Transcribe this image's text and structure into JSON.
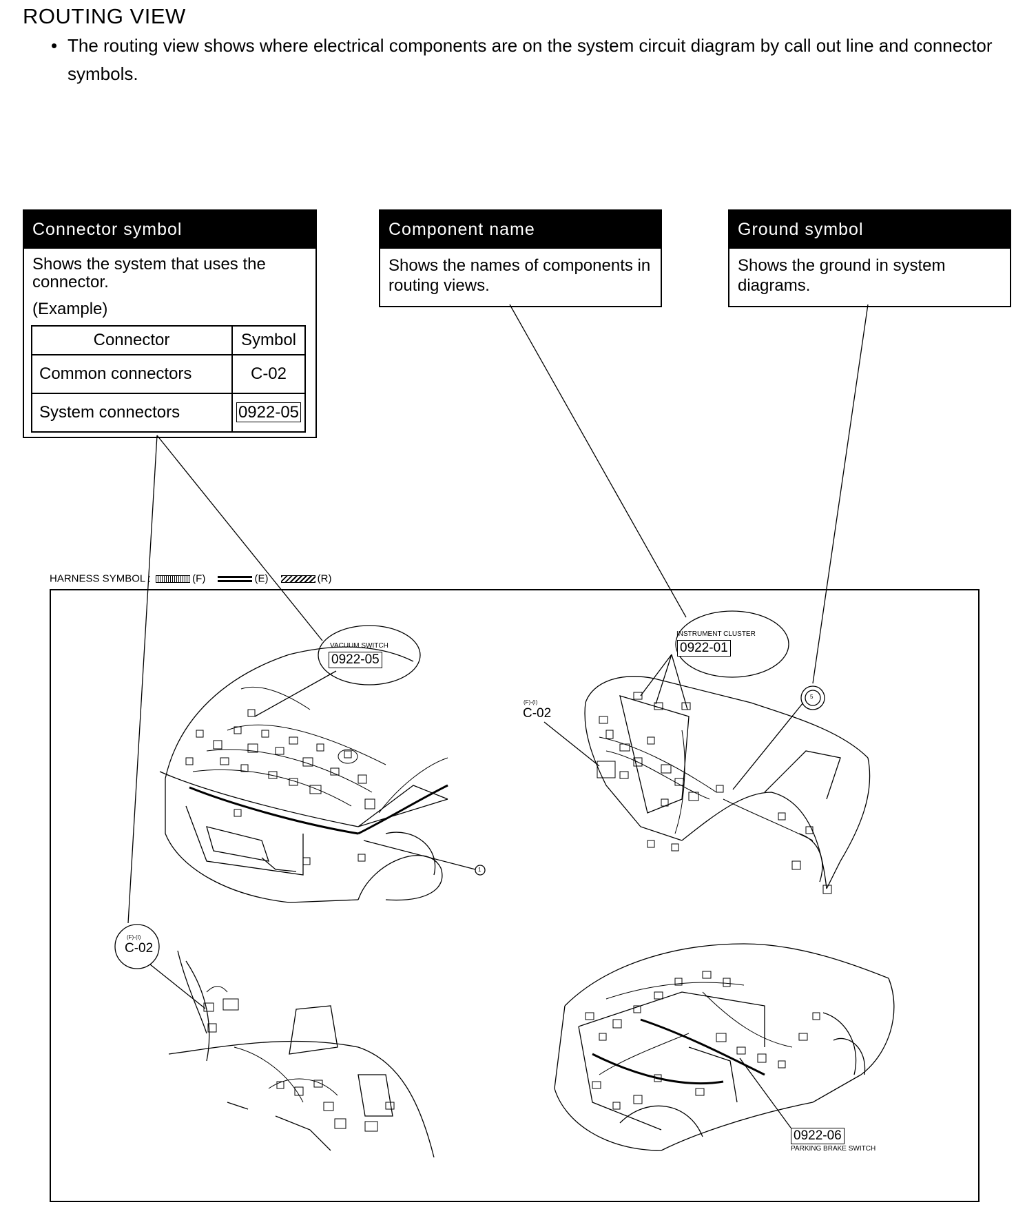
{
  "page": {
    "title": "ROUTING VIEW",
    "bullet": "•",
    "intro": "The routing view shows where electrical components are on the system circuit diagram by call out line and connector symbols."
  },
  "connector_box": {
    "header": "Connector symbol",
    "description": "Shows the system that uses the connector.",
    "example_label": "(Example)",
    "table": {
      "headers": [
        "Connector",
        "Symbol"
      ],
      "rows": [
        [
          "Common connectors",
          "C-02"
        ],
        [
          "System connectors",
          "0922-05"
        ]
      ]
    }
  },
  "component_box": {
    "header": "Component name",
    "description": "Shows the names of components in routing views."
  },
  "ground_box": {
    "header": "Ground symbol",
    "description": "Shows the ground in system diagrams."
  },
  "harness": {
    "label": "HARNESS SYMBOL :",
    "items": [
      "(F)",
      "(E)",
      "(R)"
    ]
  },
  "callouts": {
    "vacuum_switch": {
      "name": "VACUUM SWITCH",
      "code": "0922-05"
    },
    "instrument_cluster": {
      "name": "INSTRUMENT CLUSTER",
      "code": "0922-01"
    },
    "ground_mark": "5",
    "engine_ground": "1",
    "dash_connector": {
      "tag": "(F)-(I)",
      "code": "C-02"
    },
    "circle_connector": {
      "tag": "(F)-(I)",
      "code": "C-02"
    },
    "parking_brake": {
      "name": "PARKING BRAKE SWITCH",
      "code": "0922-06"
    }
  },
  "colors": {
    "ink": "#000000",
    "paper": "#ffffff",
    "header_bg": "#000000",
    "header_text": "#ffffff"
  }
}
